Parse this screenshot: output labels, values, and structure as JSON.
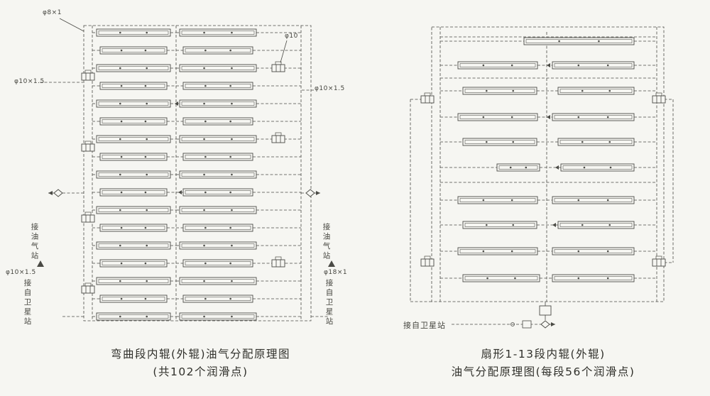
{
  "left_panel": {
    "title": "弯曲段内辊(外辊)油气分配原理图",
    "subtitle": "(共102个润滑点)",
    "labels": {
      "top_left": "φ8×1",
      "top_right": "φ10",
      "mid_left": "φ10×1.5",
      "mid_right": "φ10×1.5",
      "bottom_left_pipe": "φ10×1.5",
      "bottom_right_pipe": "φ18×1",
      "vertical_mid_left": "接油气站",
      "vertical_mid_right": "接油气站",
      "vertical_bottom_left": "接自卫星站",
      "vertical_bottom_right": "接自卫星站"
    }
  },
  "right_panel": {
    "title_line1": "扇形1-13段内辊(外辊)",
    "title_line2": "油气分配原理图(每段56个润滑点)",
    "labels": {
      "source": "接自卫星站"
    }
  },
  "colors": {
    "line": "#4a4a45",
    "background": "#f6f6f2"
  }
}
